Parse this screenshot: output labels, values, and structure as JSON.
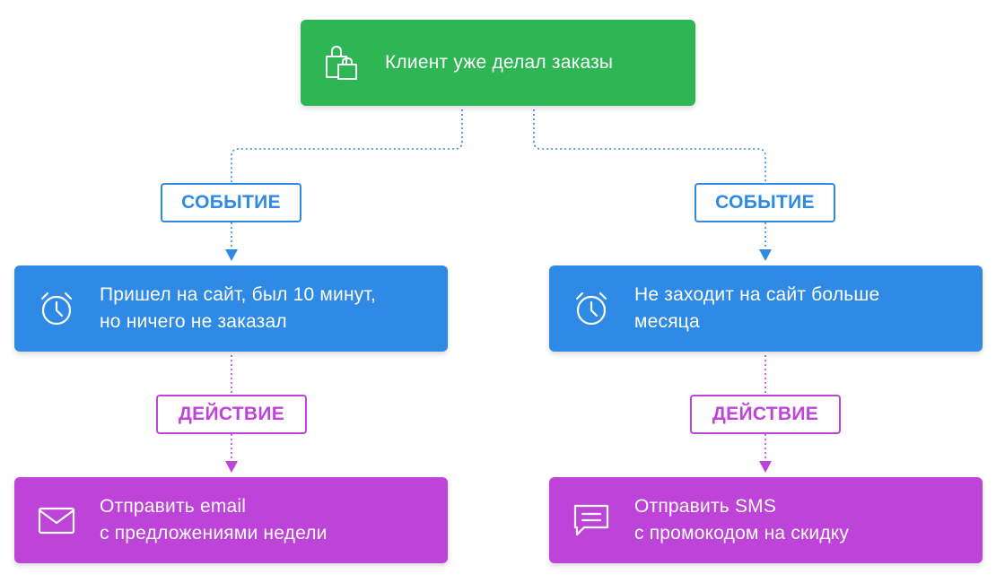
{
  "root": {
    "icon": "shopping-bags-icon",
    "text": "Клиент уже делал заказы",
    "color": "#2db653"
  },
  "labels": {
    "event": "СОБЫТИЕ",
    "action": "ДЕЙСТВИЕ",
    "event_color": "#2e8ae5",
    "action_color": "#be44d9"
  },
  "branches": [
    {
      "event": {
        "icon": "clock-icon",
        "lines": [
          "Пришел на сайт, был 10 минут,",
          "но ничего не заказал"
        ]
      },
      "action": {
        "icon": "envelope-icon",
        "lines": [
          "Отправить email",
          "с предложениями недели"
        ]
      }
    },
    {
      "event": {
        "icon": "clock-icon",
        "lines": [
          "Не заходит на сайт больше",
          "месяца"
        ]
      },
      "action": {
        "icon": "chat-bubble-icon",
        "lines": [
          "Отправить SMS",
          "с промокодом на скидку"
        ]
      }
    }
  ]
}
